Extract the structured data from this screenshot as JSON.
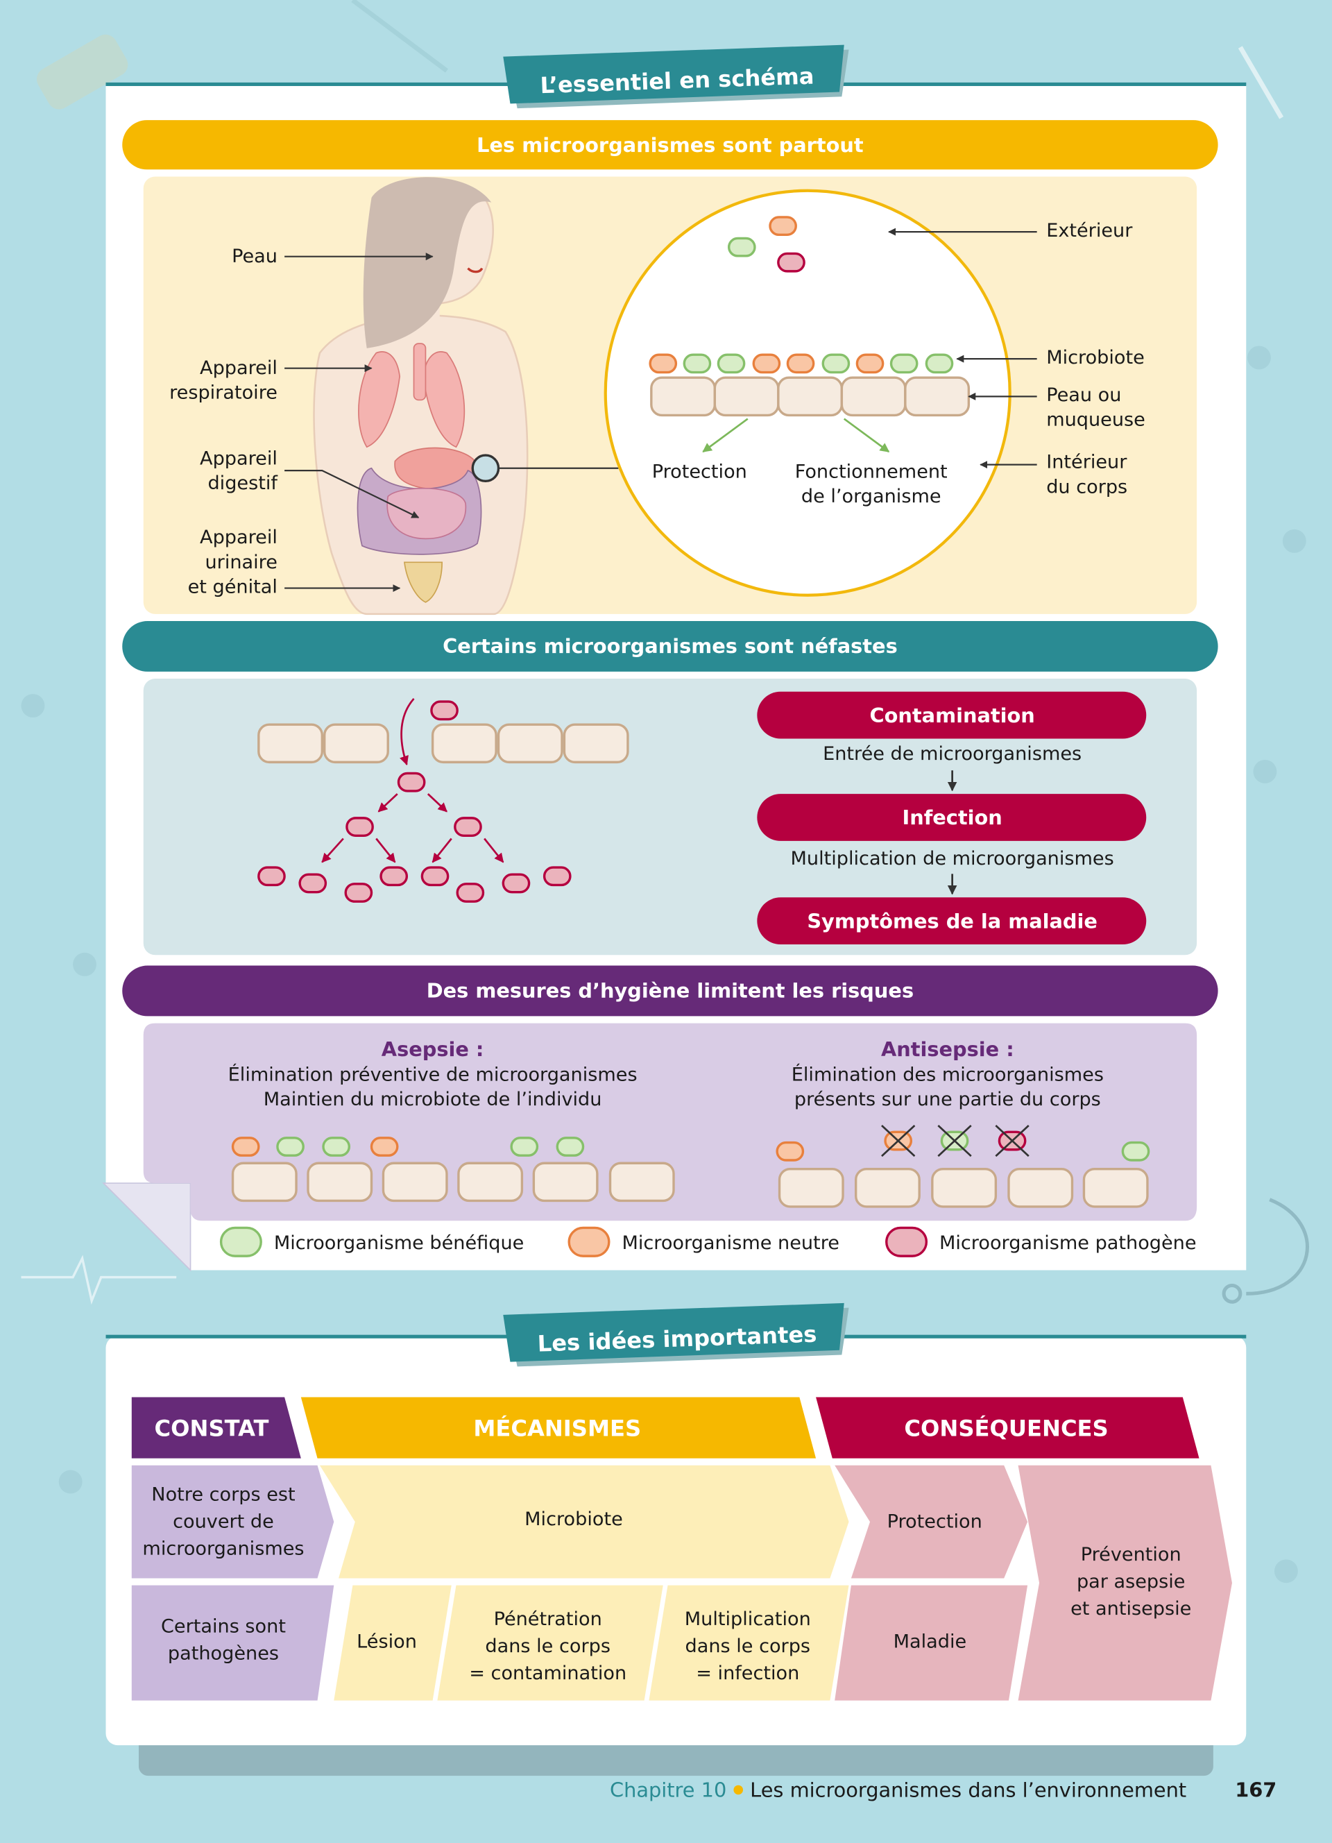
{
  "essentiel": {
    "banner": "L’essentiel en schéma",
    "section1": {
      "title": "Les microorganismes sont partout",
      "labels": {
        "peau": "Peau",
        "respiratoire_1": "Appareil",
        "respiratoire_2": "respiratoire",
        "digestif_1": "Appareil",
        "digestif_2": "digestif",
        "urinaire_1": "Appareil",
        "urinaire_2": "urinaire",
        "urinaire_3": "et génital",
        "exterieur": "Extérieur",
        "microbiote": "Microbiote",
        "peau_ou_1": "Peau ou",
        "peau_ou_2": "muqueuse",
        "interieur_1": "Intérieur",
        "interieur_2": "du corps",
        "protection": "Protection",
        "fonctionnement_1": "Fonctionnement",
        "fonctionnement_2": "de l’organisme"
      }
    },
    "section2": {
      "title": "Certains microorganismes sont néfastes",
      "contamination": "Contamination",
      "entree": "Entrée de microorganismes",
      "infection": "Infection",
      "multiplication": "Multiplication de microorganismes",
      "symptomes": "Symptômes de la maladie"
    },
    "section3": {
      "title": "Des mesures d’hygiène limitent les risques",
      "asepsie_title": "Asepsie :",
      "asepsie_1": "Élimination préventive de microorganismes",
      "asepsie_2": "Maintien du microbiote de l’individu",
      "antisepsie_title": "Antisepsie :",
      "antisepsie_1": "Élimination des microorganismes",
      "antisepsie_2": "présents sur une partie du corps"
    },
    "legend": {
      "benefique": "Microorganisme bénéfique",
      "neutre": "Microorganisme neutre",
      "pathogene": "Microorganisme pathogène"
    }
  },
  "idees": {
    "banner": "Les idées importantes",
    "headers": {
      "constat": "CONSTAT",
      "mecanismes": "MÉCANISMES",
      "consequences": "CONSÉQUENCES"
    },
    "row1": {
      "constat_1": "Notre corps est",
      "constat_2": "couvert de",
      "constat_3": "microorganismes",
      "mecanisme": "Microbiote",
      "consequence": "Protection"
    },
    "row2": {
      "constat_1": "Certains sont",
      "constat_2": "pathogènes",
      "lesion": "Lésion",
      "penetration_1": "Pénétration",
      "penetration_2": "dans le corps",
      "penetration_3": "= contamination",
      "multiplication_1": "Multiplication",
      "multiplication_2": "dans le corps",
      "multiplication_3": "= infection",
      "consequence": "Maladie"
    },
    "prevention_1": "Prévention",
    "prevention_2": "par asepsie",
    "prevention_3": "et antisepsie"
  },
  "footer": {
    "chapter": "Chapitre 10",
    "title": "Les microorganismes dans l’environnement",
    "page": "167"
  },
  "colors": {
    "teal": "#2a8b93",
    "yellow": "#f6b800",
    "crimson": "#b5003f",
    "purple": "#662a78",
    "benefique_fill": "#d8edc7",
    "benefique_stroke": "#86c06a",
    "neutre_fill": "#f9c6a5",
    "neutre_stroke": "#e8803d",
    "pathogene_fill": "#ebb3bc",
    "pathogene_stroke": "#b5003f"
  }
}
